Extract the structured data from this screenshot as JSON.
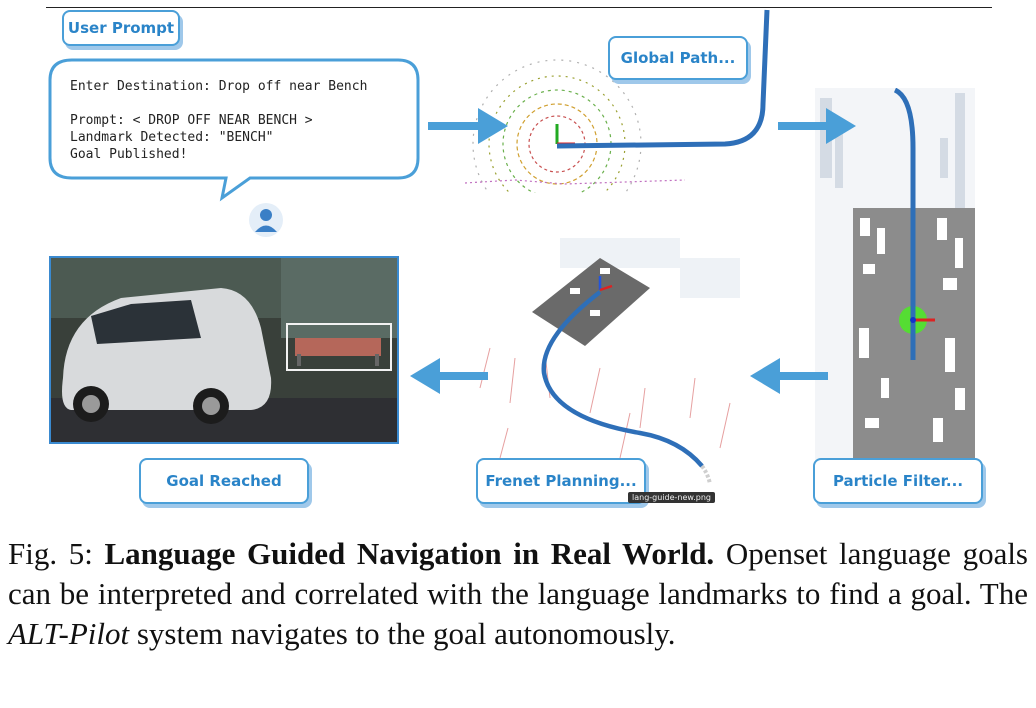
{
  "figure": {
    "labels": {
      "user_prompt": "User Prompt",
      "global_path": "Global Path...",
      "goal_reached": "Goal Reached",
      "frenet_planning": "Frenet Planning...",
      "particle_filter": "Particle Filter..."
    },
    "speech": {
      "line1": "Enter Destination: Drop off near Bench",
      "line2": "Prompt: < DROP OFF NEAR BENCH >",
      "line3": "Landmark Detected: \"BENCH\"",
      "line4": "Goal Published!"
    },
    "tooltip": "lang-guide-new.png"
  },
  "caption": {
    "prefix": "Fig. 5: ",
    "title": "Language Guided Navigation in Real World.",
    "text1": " Openset language goals can be interpreted and correlated with the language landmarks to find a goal. The ",
    "system_name": "ALT-Pilot",
    "text2": " system navigates to the goal autonomously."
  },
  "colors": {
    "accent": "#4a9fd8",
    "arrow": "#4a9fd8",
    "path": "#2e6fb8"
  }
}
